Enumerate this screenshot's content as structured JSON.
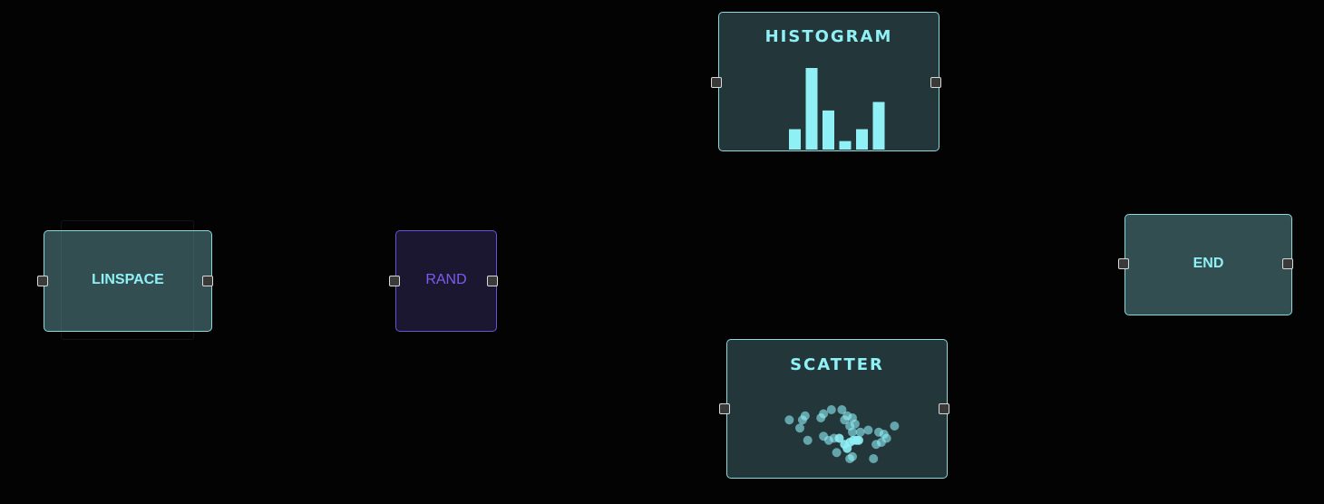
{
  "nodes": {
    "linspace": {
      "label": "LINSPACE"
    },
    "rand": {
      "label": "RAND"
    },
    "histogram": {
      "title": "HISTOGRAM"
    },
    "scatter": {
      "title": "SCATTER"
    },
    "end": {
      "label": "END"
    }
  },
  "colors": {
    "accent": "#8ff0f6",
    "node_border": "#8fd8dc",
    "rand_accent": "#7c5cf0",
    "background": "#030303"
  },
  "chart_data": [
    {
      "type": "bar",
      "values": [
        1.2,
        4.8,
        2.3,
        0.5,
        1.2,
        2.8
      ]
    },
    {
      "type": "scatter",
      "points": [
        [
          -1.2,
          0.6
        ],
        [
          -0.9,
          0.7
        ],
        [
          -0.95,
          0.6
        ],
        [
          -0.6,
          0.65
        ],
        [
          -0.55,
          0.75
        ],
        [
          -0.4,
          0.85
        ],
        [
          -0.2,
          0.85
        ],
        [
          -0.15,
          0.6
        ],
        [
          -0.1,
          0.7
        ],
        [
          0.0,
          0.65
        ],
        [
          0.05,
          0.5
        ],
        [
          -0.05,
          0.45
        ],
        [
          0.0,
          0.3
        ],
        [
          0.15,
          0.3
        ],
        [
          0.3,
          0.35
        ],
        [
          0.5,
          0.3
        ],
        [
          0.6,
          0.25
        ],
        [
          0.65,
          0.15
        ],
        [
          0.55,
          0.05
        ],
        [
          0.45,
          0.0
        ],
        [
          -0.85,
          0.1
        ],
        [
          -0.55,
          0.2
        ],
        [
          -0.45,
          0.1
        ],
        [
          -0.35,
          0.15
        ],
        [
          -0.25,
          0.15
        ],
        [
          -0.15,
          0.0
        ],
        [
          -0.05,
          0.05
        ],
        [
          0.02,
          0.1
        ],
        [
          0.08,
          0.1
        ],
        [
          0.12,
          0.1
        ],
        [
          -0.1,
          -0.1
        ],
        [
          -0.3,
          -0.2
        ],
        [
          0.0,
          -0.3
        ],
        [
          -0.05,
          -0.35
        ],
        [
          0.4,
          -0.35
        ],
        [
          -1.0,
          0.4
        ],
        [
          0.8,
          0.45
        ]
      ]
    }
  ]
}
